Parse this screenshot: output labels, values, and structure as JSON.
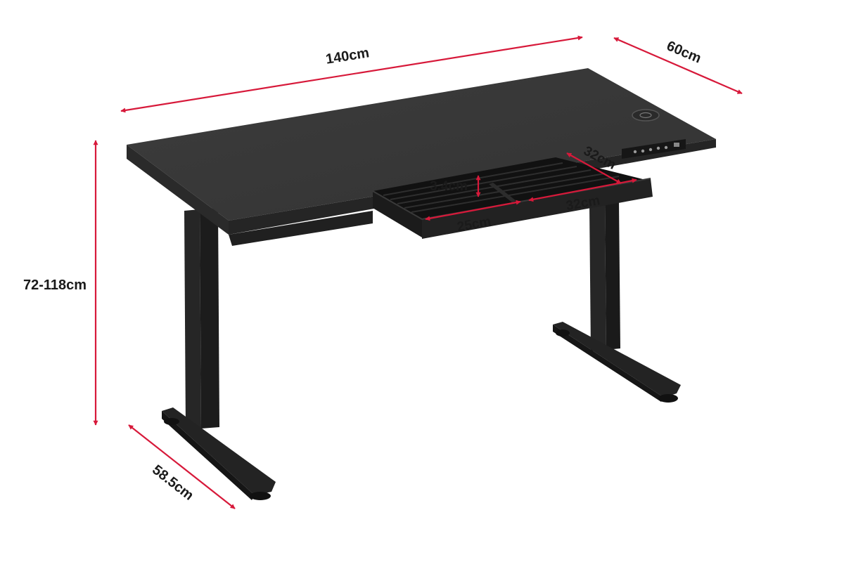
{
  "dimensions": {
    "width": "140cm",
    "depth": "60cm",
    "height": "72-118cm",
    "foot_length": "58.5cm",
    "drawer_depth": "32cm",
    "drawer_height": "3.4cm",
    "drawer_front_width": "25cm",
    "drawer_compartment_width": "32cm"
  },
  "colors": {
    "dimension_line": "#d7193a",
    "desk_top": "#3a3a3a",
    "desk_edge": "#2b2b2b",
    "frame": "#1f1f1f",
    "label_text": "#1a1a1a"
  }
}
